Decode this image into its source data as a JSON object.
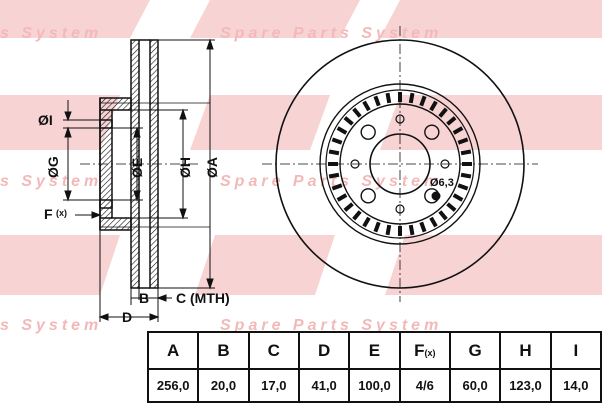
{
  "watermark": {
    "brand_parts_system": "Spare Parts System",
    "brand_parts_system_short": "s System"
  },
  "side_view": {
    "labels": {
      "I": "ØI",
      "G": "ØG",
      "E": "ØE",
      "H": "ØH",
      "A": "ØA",
      "F": "F",
      "F_sup": "(x)",
      "B": "B",
      "C": "C (MTH)",
      "D": "D"
    }
  },
  "front_view": {
    "hole_label": "Ø6,3",
    "bolt_holes": 4,
    "pin_holes": 4
  },
  "spec_table": {
    "headers": [
      {
        "main": "A",
        "sup": ""
      },
      {
        "main": "B",
        "sup": ""
      },
      {
        "main": "C",
        "sup": ""
      },
      {
        "main": "D",
        "sup": ""
      },
      {
        "main": "E",
        "sup": ""
      },
      {
        "main": "F",
        "sup": "(x)"
      },
      {
        "main": "G",
        "sup": ""
      },
      {
        "main": "H",
        "sup": ""
      },
      {
        "main": "I",
        "sup": ""
      }
    ],
    "values": [
      "256,0",
      "20,0",
      "17,0",
      "41,0",
      "100,0",
      "4/6",
      "60,0",
      "123,0",
      "14,0"
    ]
  }
}
